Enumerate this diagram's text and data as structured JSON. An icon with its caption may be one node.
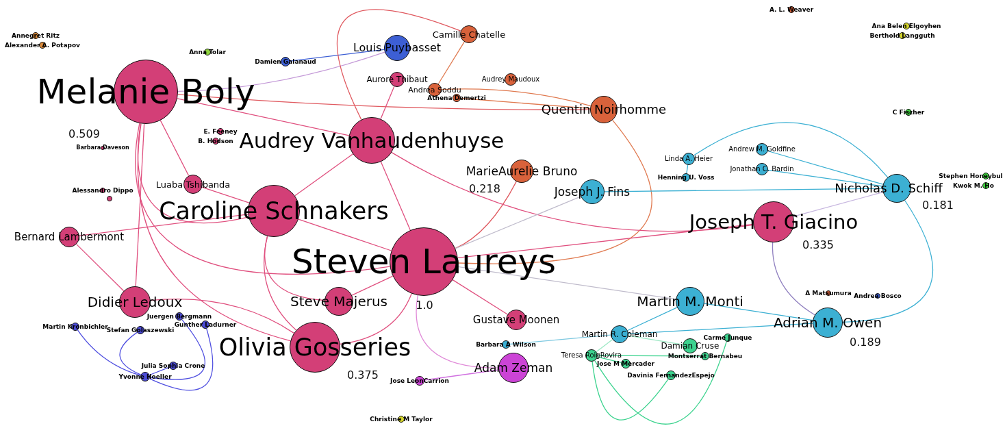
{
  "diagram": {
    "nodes": [
      {
        "text": [
          "Melanie Boly"
        ],
        "beside": [
          "0.509"
        ]
      },
      {
        "text": [
          "Barbara Daveson"
        ]
      },
      {
        "text": [
          "Annegret Ritz"
        ]
      },
      {
        "text": [
          "Alexander A. Potapov"
        ]
      },
      {
        "text": [
          "Anna Tolar"
        ]
      },
      {
        "text": [
          "Damien Galanaud"
        ]
      },
      {
        "text": [
          "Louis Puybasset"
        ]
      },
      {
        "text": [
          "Camille Chatelle"
        ]
      },
      {
        "text": [
          "Aurore Thibaut"
        ]
      },
      {
        "text": [
          "Andrea Soddu"
        ]
      },
      {
        "text": [
          "Athena Demertzi"
        ]
      },
      {
        "text": [
          "Audrey Maudoux"
        ]
      },
      {
        "text": [
          "Quentin Noirhomme"
        ]
      },
      {
        "text": [
          "E. Feeney"
        ]
      },
      {
        "text": [
          "B. Hodson"
        ]
      },
      {
        "text": [
          "Audrey Vanhaudenhuyse"
        ]
      },
      {
        "text": [
          "MarieAurelie Bruno"
        ],
        "beside": [
          "0.218"
        ]
      },
      {
        "text": [
          "Luaba Tshibanda"
        ]
      },
      {
        "text": [
          "Alessandro Dippo"
        ]
      },
      {
        "text": [],
        "shape": "circle"
      },
      {
        "text": [
          "Caroline Schnakers"
        ]
      },
      {
        "text": [
          "Joseph J. Fins"
        ]
      },
      {
        "text": [
          "Linda A. Heier"
        ]
      },
      {
        "text": [
          "Henning U. Voss"
        ]
      },
      {
        "text": [
          "Andrew M. Goldfine"
        ]
      },
      {
        "text": [
          "Jonathan C. Bardin"
        ]
      },
      {
        "text": [
          "Nicholas D. Schiff"
        ],
        "beside": [
          "0.181"
        ]
      },
      {
        "text": [
          "Stephen Honeybul"
        ]
      },
      {
        "text": [
          "Kwok M. Ho"
        ]
      },
      {
        "text": [
          "A. L. Weaver"
        ]
      },
      {
        "text": [
          "Ana Belen Elgoyhen"
        ]
      },
      {
        "text": [
          "Berthold Langguth"
        ]
      },
      {
        "text": [
          "C Fischer"
        ]
      },
      {
        "text": [
          "Bernard Lambermont"
        ]
      },
      {
        "text": [
          "Joseph T. Giacino"
        ],
        "beside": [
          "0.335"
        ]
      },
      {
        "text": [
          "Steven Laureys"
        ],
        "beside": [
          "1.0"
        ]
      },
      {
        "text": [
          "Didier Ledoux"
        ]
      },
      {
        "text": [
          "Steve Majerus"
        ]
      },
      {
        "text": [
          "Olivia Gosseries"
        ],
        "beside": [
          "0.375"
        ]
      },
      {
        "text": [
          "Gustave Moonen"
        ]
      },
      {
        "text": [
          "Martin M. Monti"
        ]
      },
      {
        "text": [
          "Adrian M. Owen"
        ],
        "beside": [
          "0.189"
        ]
      },
      {
        "text": [
          "A Matsumura"
        ]
      },
      {
        "text": [
          "Andrea Bosco"
        ]
      },
      {
        "text": [
          "Martin Kronbichler"
        ]
      },
      {
        "text": [
          "Stefan Golaszewski"
        ]
      },
      {
        "text": [
          "Juergen Bergmann"
        ]
      },
      {
        "text": [
          "Gunther Ladurner"
        ]
      },
      {
        "text": [
          "Julia Sophia Crone"
        ]
      },
      {
        "text": [
          "Yvonne Hoeller"
        ]
      },
      {
        "text": [
          "Martin R. Coleman"
        ]
      },
      {
        "text": [
          "Barbara A Wilson"
        ]
      },
      {
        "text": [
          "Damian Cruse"
        ]
      },
      {
        "text": [
          "Carme Junque"
        ]
      },
      {
        "text": [
          "Montserrat Bernabeu"
        ]
      },
      {
        "text": [
          "Teresa RoigRovira"
        ]
      },
      {
        "text": [
          "Jose M Mercader"
        ]
      },
      {
        "text": [
          "Davinia FernandezEspejo"
        ]
      },
      {
        "text": [
          "Adam Zeman"
        ]
      },
      {
        "text": [
          "Jose LeonCarrion"
        ]
      },
      {
        "text": [
          "Christine M Taylor"
        ]
      }
    ],
    "edges": [
      {
        "from": 0,
        "to": 6,
        "arrow": "none",
        "color": "#c49ad8"
      },
      {
        "from": 0,
        "to": 12,
        "arrow": "none",
        "color": "#e05a60"
      },
      {
        "from": 0,
        "to": 15,
        "arrow": "none"
      },
      {
        "from": 0,
        "to": 35,
        "arrow": "none"
      },
      {
        "from": 0,
        "to": 17,
        "arrow": "none"
      },
      {
        "from": 0,
        "to": 20,
        "arrow": "none"
      },
      {
        "from": 0,
        "to": 36,
        "arrow": "none"
      },
      {
        "from": 0,
        "to": 38,
        "arrow": "none"
      },
      {
        "from": 5,
        "to": 6,
        "arrow": "none",
        "color": "#3d5fd4"
      },
      {
        "from": 7,
        "to": 9,
        "arrow": "none",
        "color": "#e07a50"
      },
      {
        "from": 7,
        "to": 15,
        "arrow": "none",
        "color": "#e05a60"
      },
      {
        "from": 8,
        "to": 15,
        "arrow": "none"
      },
      {
        "from": 9,
        "to": 12,
        "arrow": "none",
        "color": "#e07a50"
      },
      {
        "from": 10,
        "to": 12,
        "arrow": "none",
        "color": "#e07a50"
      },
      {
        "from": 12,
        "to": 35,
        "arrow": "none",
        "color": "#e07a50"
      },
      {
        "from": 16,
        "to": 35,
        "arrow": "none",
        "color": "#e05a60"
      },
      {
        "from": 15,
        "to": 34,
        "arrow": "none"
      },
      {
        "from": 15,
        "to": 20,
        "arrow": "none"
      },
      {
        "from": 15,
        "to": 35,
        "arrow": "none"
      },
      {
        "from": 17,
        "to": 20,
        "arrow": "none"
      },
      {
        "from": 33,
        "to": 20,
        "arrow": "none"
      },
      {
        "from": 33,
        "to": 36,
        "arrow": "none"
      },
      {
        "from": 20,
        "to": 35,
        "arrow": "none"
      },
      {
        "from": 20,
        "to": 38,
        "arrow": "none"
      },
      {
        "from": 20,
        "to": 37,
        "arrow": "none"
      },
      {
        "from": 36,
        "to": 38,
        "arrow": "none"
      },
      {
        "from": 35,
        "to": 38,
        "arrow": "none"
      },
      {
        "from": 35,
        "to": 37,
        "arrow": "none"
      },
      {
        "from": 35,
        "to": 39,
        "arrow": "none"
      },
      {
        "from": 35,
        "to": 58,
        "arrow": "none",
        "color": "#e08ad8"
      },
      {
        "from": 35,
        "to": 34,
        "arrow": "none"
      },
      {
        "from": 35,
        "to": 21,
        "arrow": "none",
        "color": "#c0bccc"
      },
      {
        "from": 35,
        "to": 40,
        "arrow": "none",
        "color": "#c0bccc"
      },
      {
        "from": 59,
        "to": 58,
        "arrow": "none",
        "color": "#d070e0"
      },
      {
        "from": 51,
        "to": 50,
        "arrow": "none",
        "color": "#7dc8e0"
      },
      {
        "from": 50,
        "to": 40,
        "arrow": "none",
        "color": "#3cb0d3"
      },
      {
        "from": 50,
        "to": 41,
        "arrow": "none",
        "color": "#3cb0d3"
      },
      {
        "from": 50,
        "to": 52,
        "arrow": "none",
        "color": "#9ce8c4"
      },
      {
        "from": 55,
        "to": 50,
        "arrow": "none",
        "color": "#9ce8c4"
      },
      {
        "from": 55,
        "to": 56,
        "arrow": "none",
        "color": "#3dd38f"
      },
      {
        "from": 55,
        "to": 57,
        "arrow": "none",
        "color": "#3dd38f"
      },
      {
        "from": 55,
        "to": 54,
        "arrow": "none",
        "color": "#3dd38f"
      },
      {
        "from": 53,
        "to": 55,
        "arrow": "none",
        "color": "#3dd38f"
      },
      {
        "from": 40,
        "to": 41,
        "arrow": "none",
        "color": "#3cb0d3"
      },
      {
        "from": 21,
        "to": 26,
        "arrow": "none",
        "color": "#3cb0d3"
      },
      {
        "from": 22,
        "to": 23,
        "arrow": "none",
        "color": "#3cb0d3"
      },
      {
        "from": 22,
        "to": 26,
        "arrow": "none",
        "color": "#3cb0d3"
      },
      {
        "from": 24,
        "to": 26,
        "arrow": "none",
        "color": "#3cb0d3"
      },
      {
        "from": 25,
        "to": 26,
        "arrow": "none",
        "color": "#3cb0d3"
      },
      {
        "from": 34,
        "to": 26,
        "arrow": "none",
        "color": "#c8b8e0"
      },
      {
        "from": 26,
        "to": 41,
        "arrow": "none",
        "color": "#3cb0d3"
      },
      {
        "from": 34,
        "to": 41,
        "arrow": "none",
        "color": "#9080c0"
      },
      {
        "from": 49,
        "to": 44,
        "arrow": "none",
        "color": "#5050e0"
      },
      {
        "from": 49,
        "to": 45,
        "arrow": "none",
        "color": "#5050e0"
      },
      {
        "from": 49,
        "to": 46,
        "arrow": "none",
        "color": "#5050e0"
      },
      {
        "from": 49,
        "to": 47,
        "arrow": "none",
        "color": "#5050e0"
      },
      {
        "from": 49,
        "to": 48,
        "arrow": "none",
        "color": "#5050e0"
      }
    ]
  }
}
